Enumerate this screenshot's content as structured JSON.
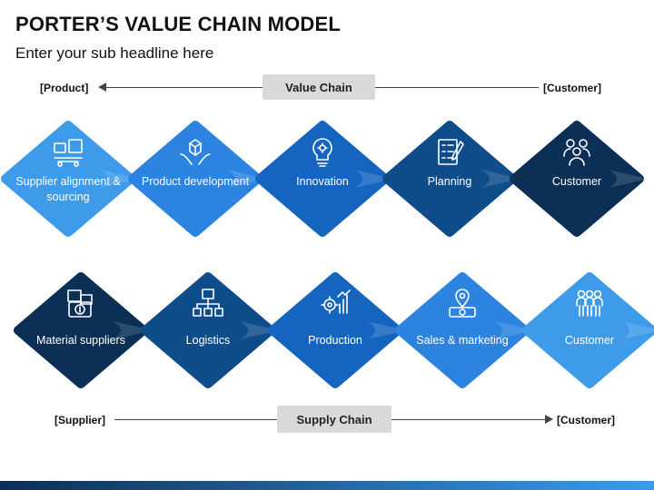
{
  "title": "PORTER’S VALUE CHAIN MODEL",
  "subtitle": "Enter your sub headline here",
  "value_chain": {
    "label": "Value Chain",
    "left_end": "[Product]",
    "right_end": "[Customer]",
    "stages": [
      {
        "label": "Supplier alignment & sourcing",
        "icon": "supply-chain-icon",
        "color": "#3d9be9"
      },
      {
        "label": "Product development",
        "icon": "hands-box-icon",
        "color": "#2c83e0"
      },
      {
        "label": "Innovation",
        "icon": "lightbulb-gear-icon",
        "color": "#1565c0"
      },
      {
        "label": "Planning",
        "icon": "checklist-pen-icon",
        "color": "#0f4c8a"
      },
      {
        "label": "Customer",
        "icon": "people-group-icon",
        "color": "#0b2f55"
      }
    ]
  },
  "supply_chain": {
    "label": "Supply Chain",
    "left_end": "[Supplier]",
    "right_end": "[Customer]",
    "stages": [
      {
        "label": "Material suppliers",
        "icon": "boxes-dollar-icon",
        "color": "#0b2f55"
      },
      {
        "label": "Logistics",
        "icon": "box-distribution-icon",
        "color": "#0f4c8a"
      },
      {
        "label": "Production",
        "icon": "gear-chart-icon",
        "color": "#1565c0"
      },
      {
        "label": "Sales & marketing",
        "icon": "location-money-icon",
        "color": "#2c83e0"
      },
      {
        "label": "Customer",
        "icon": "people-team-icon",
        "color": "#3d9be9"
      }
    ]
  },
  "colors": {
    "bar_dark": "#0b2f55",
    "bar_light": "#3d9be9"
  }
}
